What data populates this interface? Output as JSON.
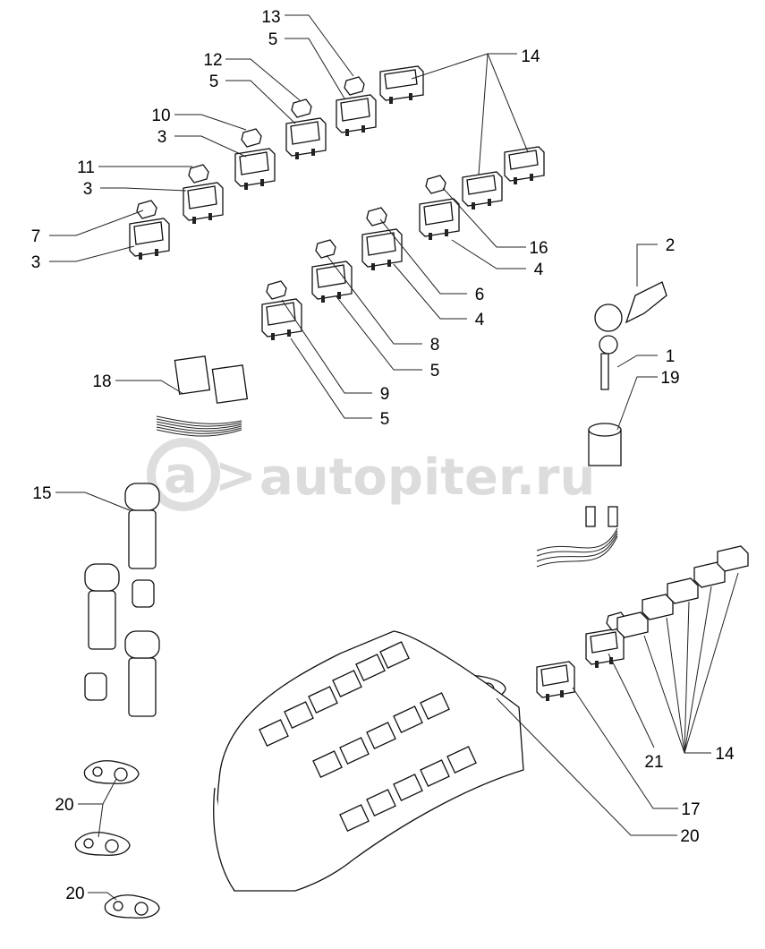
{
  "watermark": {
    "text": "autopiter.ru",
    "logo_glyph": "a>"
  },
  "callouts": [
    "13",
    "5",
    "14",
    "12",
    "5",
    "10",
    "3",
    "11",
    "3",
    "7",
    "3",
    "16",
    "4",
    "2",
    "6",
    "4",
    "8",
    "5",
    "1",
    "19",
    "18",
    "9",
    "5",
    "15",
    "14",
    "21",
    "17",
    "20",
    "20",
    "20"
  ]
}
